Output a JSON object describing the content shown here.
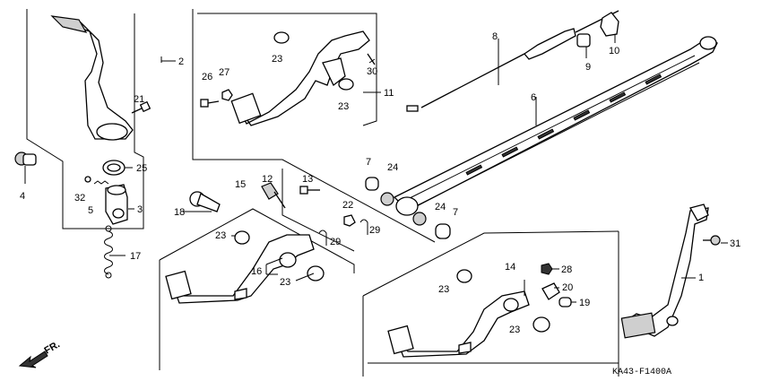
{
  "diagram": {
    "code": "KA43-F1400A",
    "direction_label": "FR.",
    "callouts": {
      "c1": "1",
      "c2": "2",
      "c3": "3",
      "c4": "4",
      "c5": "5",
      "c6": "6",
      "c7a": "7",
      "c7b": "7",
      "c8": "8",
      "c9": "9",
      "c10": "10",
      "c11": "11",
      "c12": "12",
      "c13": "13",
      "c14": "14",
      "c15": "15",
      "c16": "16",
      "c17": "17",
      "c18": "18",
      "c19": "19",
      "c20": "20",
      "c21": "21",
      "c22": "22",
      "c23a": "23",
      "c23b": "23",
      "c23c": "23",
      "c23d": "23",
      "c23e": "23",
      "c23f": "23",
      "c24a": "24",
      "c24b": "24",
      "c25": "25",
      "c26": "26",
      "c27": "27",
      "c28": "28",
      "c29a": "29",
      "c29b": "29",
      "c30": "30",
      "c31": "31",
      "c32": "32"
    }
  }
}
